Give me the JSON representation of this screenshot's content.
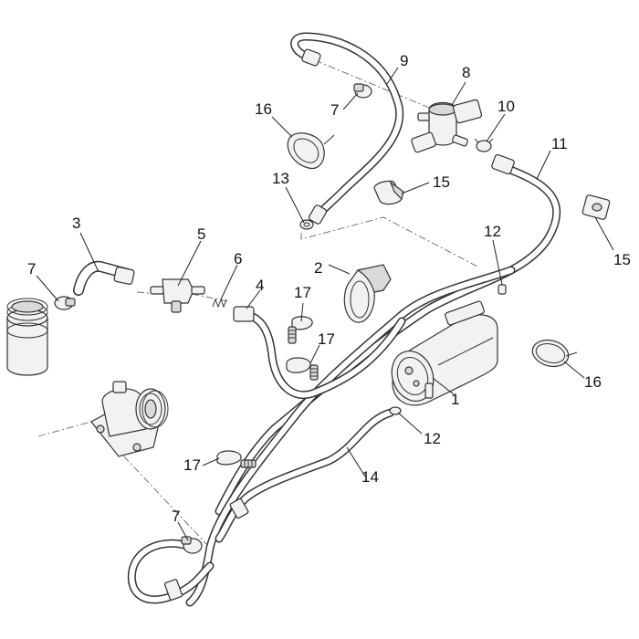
{
  "callouts": [
    {
      "id": "c1",
      "label": "1"
    },
    {
      "id": "c2",
      "label": "2"
    },
    {
      "id": "c3",
      "label": "3"
    },
    {
      "id": "c4",
      "label": "4"
    },
    {
      "id": "c5",
      "label": "5"
    },
    {
      "id": "c6",
      "label": "6"
    },
    {
      "id": "c7a",
      "label": "7"
    },
    {
      "id": "c7b",
      "label": "7"
    },
    {
      "id": "c7c",
      "label": "7"
    },
    {
      "id": "c8",
      "label": "8"
    },
    {
      "id": "c9",
      "label": "9"
    },
    {
      "id": "c10",
      "label": "10"
    },
    {
      "id": "c11",
      "label": "11"
    },
    {
      "id": "c12a",
      "label": "12"
    },
    {
      "id": "c12b",
      "label": "12"
    },
    {
      "id": "c13",
      "label": "13"
    },
    {
      "id": "c14",
      "label": "14"
    },
    {
      "id": "c15a",
      "label": "15"
    },
    {
      "id": "c15b",
      "label": "15"
    },
    {
      "id": "c16a",
      "label": "16"
    },
    {
      "id": "c16b",
      "label": "16"
    },
    {
      "id": "c17a",
      "label": "17"
    },
    {
      "id": "c17b",
      "label": "17"
    },
    {
      "id": "c17c",
      "label": "17"
    }
  ]
}
